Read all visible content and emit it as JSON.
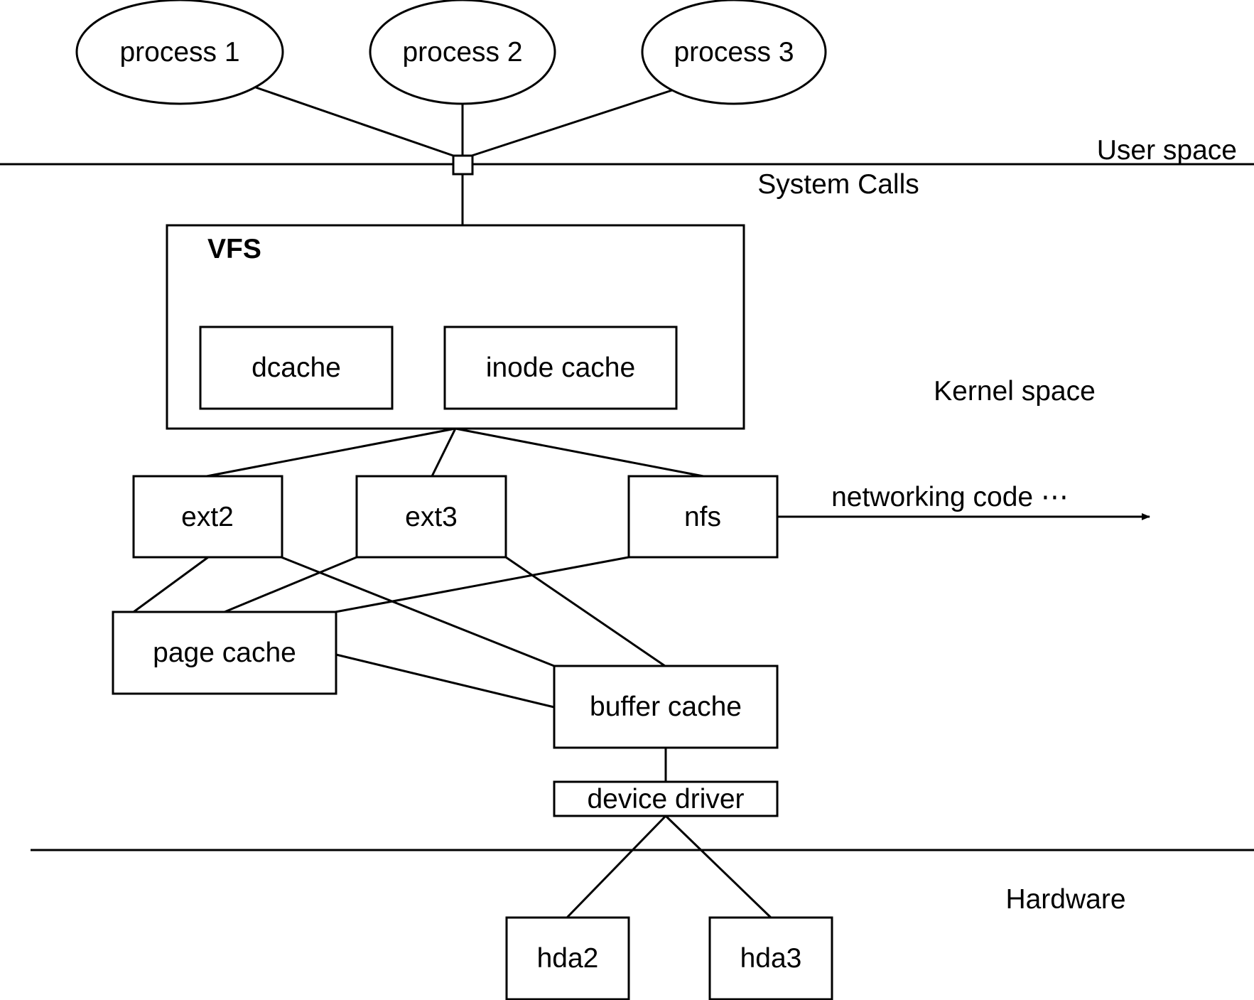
{
  "processes": [
    "process 1",
    "process 2",
    "process 3"
  ],
  "labels": {
    "user_space": "User space",
    "system_calls": "System Calls",
    "kernel_space": "Kernel space",
    "hardware": "Hardware",
    "networking": "networking code ⋯"
  },
  "vfs": {
    "title": "VFS",
    "dcache": "dcache",
    "inode_cache": "inode cache"
  },
  "filesystems": [
    "ext2",
    "ext3",
    "nfs"
  ],
  "caches": {
    "page": "page cache",
    "buffer": "buffer cache"
  },
  "driver": "device driver",
  "disks": [
    "hda2",
    "hda3"
  ]
}
